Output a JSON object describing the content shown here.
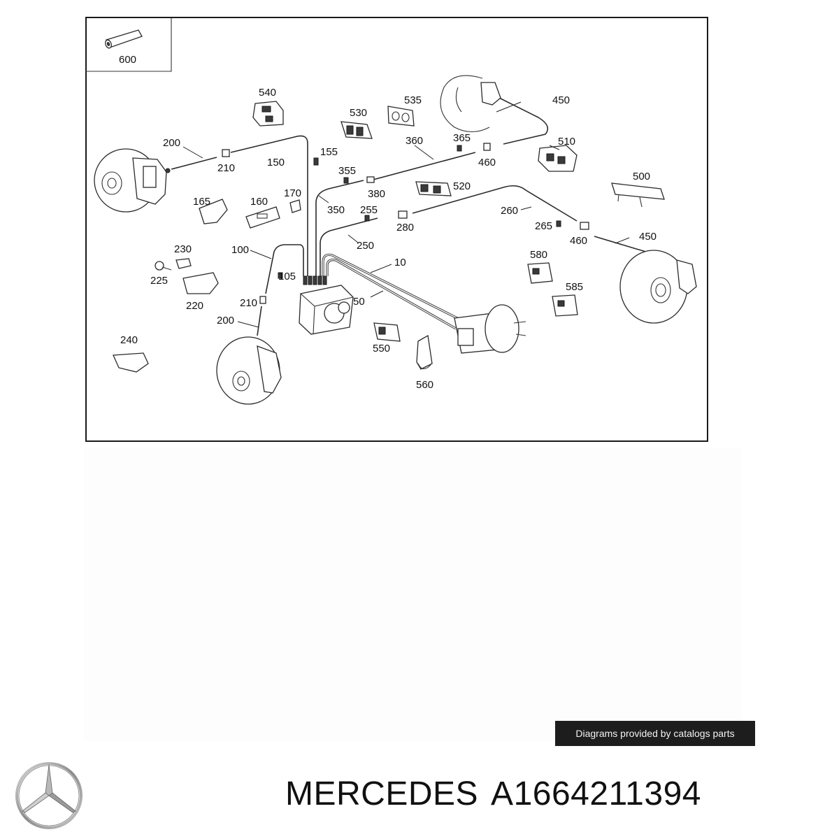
{
  "diagram": {
    "callouts": {
      "c600": "600",
      "c540": "540",
      "c530": "530",
      "c535": "535",
      "c450a": "450",
      "c200a": "200",
      "c210a": "210",
      "c150": "150",
      "c155": "155",
      "c360": "360",
      "c365": "365",
      "c460a": "460",
      "c510": "510",
      "c355": "355",
      "c380": "380",
      "c520": "520",
      "c500": "500",
      "c165": "165",
      "c160": "160",
      "c170": "170",
      "c350": "350",
      "c255": "255",
      "c280": "280",
      "c260": "260",
      "c265": "265",
      "c460b": "460",
      "c450b": "450",
      "c230": "230",
      "c100": "100",
      "c225": "225",
      "c105": "105",
      "c250": "250",
      "c10": "10",
      "c220": "220",
      "c210b": "210",
      "c50": "50",
      "c580": "580",
      "c585": "585",
      "c200b": "200",
      "c240": "240",
      "c550": "550",
      "c560": "560"
    }
  },
  "credit_banner": "Diagrams provided by catalogs parts",
  "footer": {
    "brand": "MERCEDES",
    "part_number": "A1664211394"
  },
  "colors": {
    "ink": "#111111",
    "banner_bg": "#1d1d1d",
    "banner_text": "#f2f2f2"
  },
  "icons": {
    "logo": "mercedes-star-icon"
  }
}
